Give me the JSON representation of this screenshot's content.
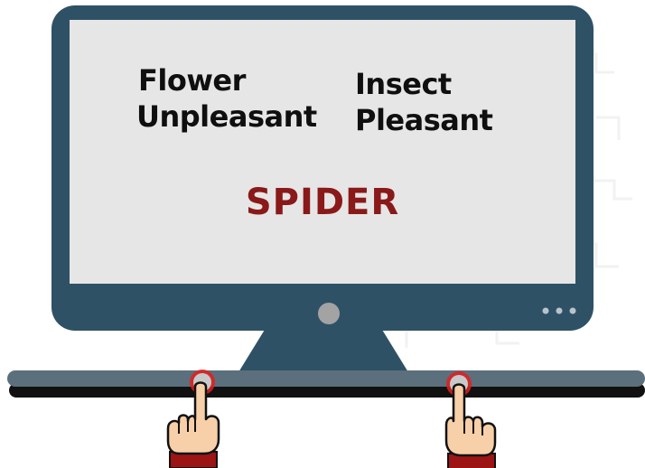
{
  "screen": {
    "left_categories": [
      "Flower",
      "Unpleasant"
    ],
    "right_categories": [
      "Insect",
      "Pleasant"
    ],
    "stimulus_word": "SPIDER"
  },
  "colors": {
    "monitor_frame": "#2f5166",
    "screen_background": "#e6e6e6",
    "stimulus_text": "#8a1919",
    "category_text": "#0f0f0f",
    "power_button": "#a3a3a3",
    "keyboard_bar": "#2f5166",
    "key_highlight": "#e02020",
    "sleeve": "#9c1414",
    "hand_skin": "#f7cfa8"
  },
  "icons": {
    "left_hand": "pointing-hand-icon",
    "right_hand": "pointing-hand-icon",
    "left_key": "response-key-e",
    "right_key": "response-key-i"
  }
}
